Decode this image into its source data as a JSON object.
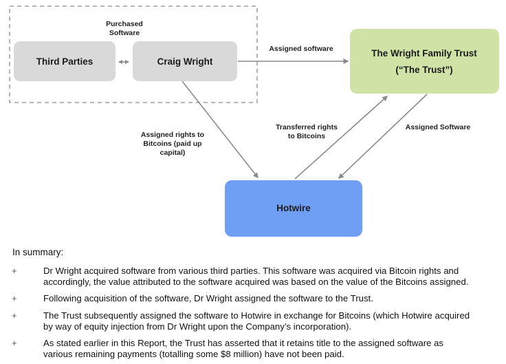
{
  "nodes": {
    "third_parties": "Third Parties",
    "craig_wright": "Craig Wright",
    "trust_line1": "The Wright Family Trust",
    "trust_line2": "(“The Trust”)",
    "hotwire": "Hotwire"
  },
  "edges": {
    "purchased_software_1": "Purchased",
    "purchased_software_2": "Software",
    "assigned_software_top": "Assigned software",
    "assigned_rights_1": "Assigned rights to",
    "assigned_rights_2": "Bitcoins (paid up",
    "assigned_rights_3": "capital)",
    "transferred_rights_1": "Transferred rights",
    "transferred_rights_2": "to Bitcoins",
    "assigned_software_right": "Assigned  Software"
  },
  "summary": {
    "title": "In summary:",
    "bullet_mark": "+",
    "bullets": [
      {
        "line1": "Dr Wright acquired software from various third parties.  This software was acquired via Bitcoin rights and",
        "line2": "accordingly, the value attributed to the software acquired was based on the value of the Bitcoins assigned."
      },
      {
        "line1": "Following acquisition of the software, Dr Wright assigned the software to the Trust.",
        "line2": ""
      },
      {
        "line1": "The Trust subsequently assigned the software to Hotwire in exchange for Bitcoins (which Hotwire acquired",
        "line2": "by way of equity injection from Dr Wright upon the Company’s incorporation)."
      },
      {
        "line1": "As stated earlier in this Report, the Trust has asserted that it retains title to the assigned software as",
        "line2": "various remaining payments (totalling some $8 million) have not been paid."
      }
    ]
  },
  "colors": {
    "grey_node": "#d9d9d9",
    "trust_node": "#cfe3a6",
    "hotwire_node": "#6f9ff5",
    "arrow": "#8a8a8a",
    "dashed_border": "#8a8a8a"
  }
}
